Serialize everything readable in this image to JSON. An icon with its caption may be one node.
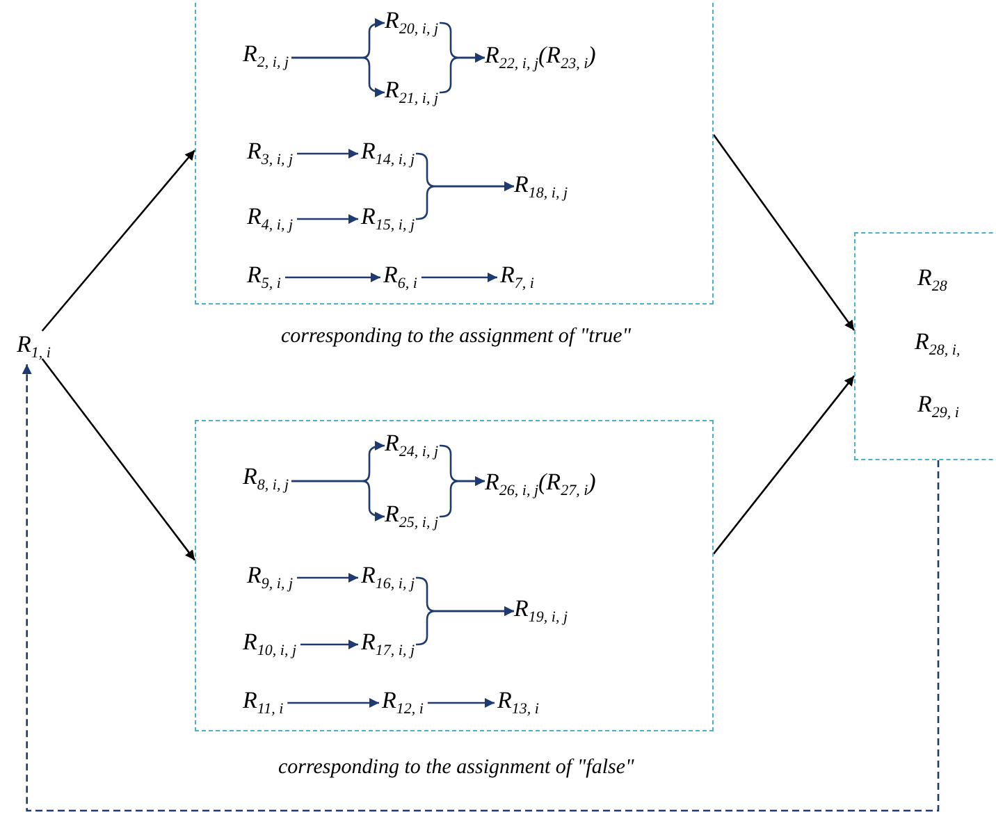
{
  "diagram": {
    "nodes": [
      {
        "text": [
          "R$_{1, i}$"
        ]
      },
      {
        "text": [],
        "shape": "box",
        "beside": [
          "corresponding to the assignment of \"true\""
        ]
      },
      {
        "text": [
          "R$_{2, i, j}$"
        ],
        "in": 1
      },
      {
        "text": [
          "R$_{20, i, j}$"
        ],
        "in": 1
      },
      {
        "text": [
          "R$_{21, i, j}$"
        ],
        "in": 1
      },
      {
        "text": [
          "R$_{22, i, j}$(R$_{23, i}$)"
        ],
        "in": 1
      },
      {
        "text": [
          "R$_{3, i, j}$"
        ],
        "in": 1
      },
      {
        "text": [
          "R$_{14, i, j}$"
        ],
        "in": 1
      },
      {
        "text": [
          "R$_{4, i, j}$"
        ],
        "in": 1
      },
      {
        "text": [
          "R$_{15, i, j}$"
        ],
        "in": 1
      },
      {
        "text": [
          "R$_{18, i, j}$"
        ],
        "in": 1
      },
      {
        "text": [
          "R$_{5, i}$"
        ],
        "in": 1
      },
      {
        "text": [
          "R$_{6, i}$"
        ],
        "in": 1
      },
      {
        "text": [
          "R$_{7, i}$"
        ],
        "in": 1
      },
      {
        "text": [],
        "shape": "box"
      },
      {
        "text": [
          "R$_{28}$"
        ],
        "in": 14
      },
      {
        "text": [
          "R$_{28, i,}$"
        ],
        "in": 14
      },
      {
        "text": [
          "R$_{29, i}$"
        ],
        "in": 14
      },
      {
        "text": [],
        "shape": "box",
        "beside": [
          "corresponding to the assignment of \"false\""
        ]
      },
      {
        "text": [
          "R$_{8, i, j}$"
        ],
        "in": 18
      },
      {
        "text": [
          "R$_{24, i, j}$"
        ],
        "in": 18
      },
      {
        "text": [
          "R$_{25, i, j}$"
        ],
        "in": 18
      },
      {
        "text": [
          "R$_{26, i, j}$(R$_{27, i}$)"
        ],
        "in": 18
      },
      {
        "text": [
          "R$_{9, i, j}$"
        ],
        "in": 18
      },
      {
        "text": [
          "R$_{16, i, j}$"
        ],
        "in": 18
      },
      {
        "text": [
          "R$_{10, i, j}$"
        ],
        "in": 18
      },
      {
        "text": [
          "R$_{17, i, j}$"
        ],
        "in": 18
      },
      {
        "text": [
          "R$_{19, i, j}$"
        ],
        "in": 18
      },
      {
        "text": [
          "R$_{11, i}$"
        ],
        "in": 18
      },
      {
        "text": [
          "R$_{12, i}$"
        ],
        "in": 18
      },
      {
        "text": [
          "R$_{13, i}$"
        ],
        "in": 18
      }
    ],
    "edges": [
      {
        "from": 0,
        "to": 1,
        "arrow": "to",
        "color": "#000000"
      },
      {
        "from": 0,
        "to": 18,
        "arrow": "to",
        "color": "#000000"
      },
      {
        "from": 1,
        "to": 14,
        "arrow": "to",
        "color": "#000000"
      },
      {
        "from": 18,
        "to": 14,
        "arrow": "to",
        "color": "#000000"
      },
      {
        "from": 14,
        "to": 0,
        "arrow": "to",
        "style": "dashed"
      },
      {
        "from": 2,
        "to": 3,
        "arrow": "to"
      },
      {
        "from": 2,
        "to": 4,
        "arrow": "to"
      },
      {
        "from": 3,
        "to": 5,
        "arrow": "to"
      },
      {
        "from": 4,
        "to": 5,
        "arrow": "to"
      },
      {
        "from": 6,
        "to": 7,
        "arrow": "to"
      },
      {
        "from": 8,
        "to": 9,
        "arrow": "to"
      },
      {
        "from": 7,
        "to": 10,
        "arrow": "to"
      },
      {
        "from": 9,
        "to": 10,
        "arrow": "to"
      },
      {
        "from": 11,
        "to": 12,
        "arrow": "to"
      },
      {
        "from": 12,
        "to": 13,
        "arrow": "to"
      },
      {
        "from": 19,
        "to": 20,
        "arrow": "to"
      },
      {
        "from": 19,
        "to": 21,
        "arrow": "to"
      },
      {
        "from": 20,
        "to": 22,
        "arrow": "to"
      },
      {
        "from": 21,
        "to": 22,
        "arrow": "to"
      },
      {
        "from": 23,
        "to": 24,
        "arrow": "to"
      },
      {
        "from": 25,
        "to": 26,
        "arrow": "to"
      },
      {
        "from": 24,
        "to": 27,
        "arrow": "to"
      },
      {
        "from": 26,
        "to": 27,
        "arrow": "to"
      },
      {
        "from": 28,
        "to": 29,
        "arrow": "to"
      },
      {
        "from": 29,
        "to": 30,
        "arrow": "to"
      }
    ]
  }
}
